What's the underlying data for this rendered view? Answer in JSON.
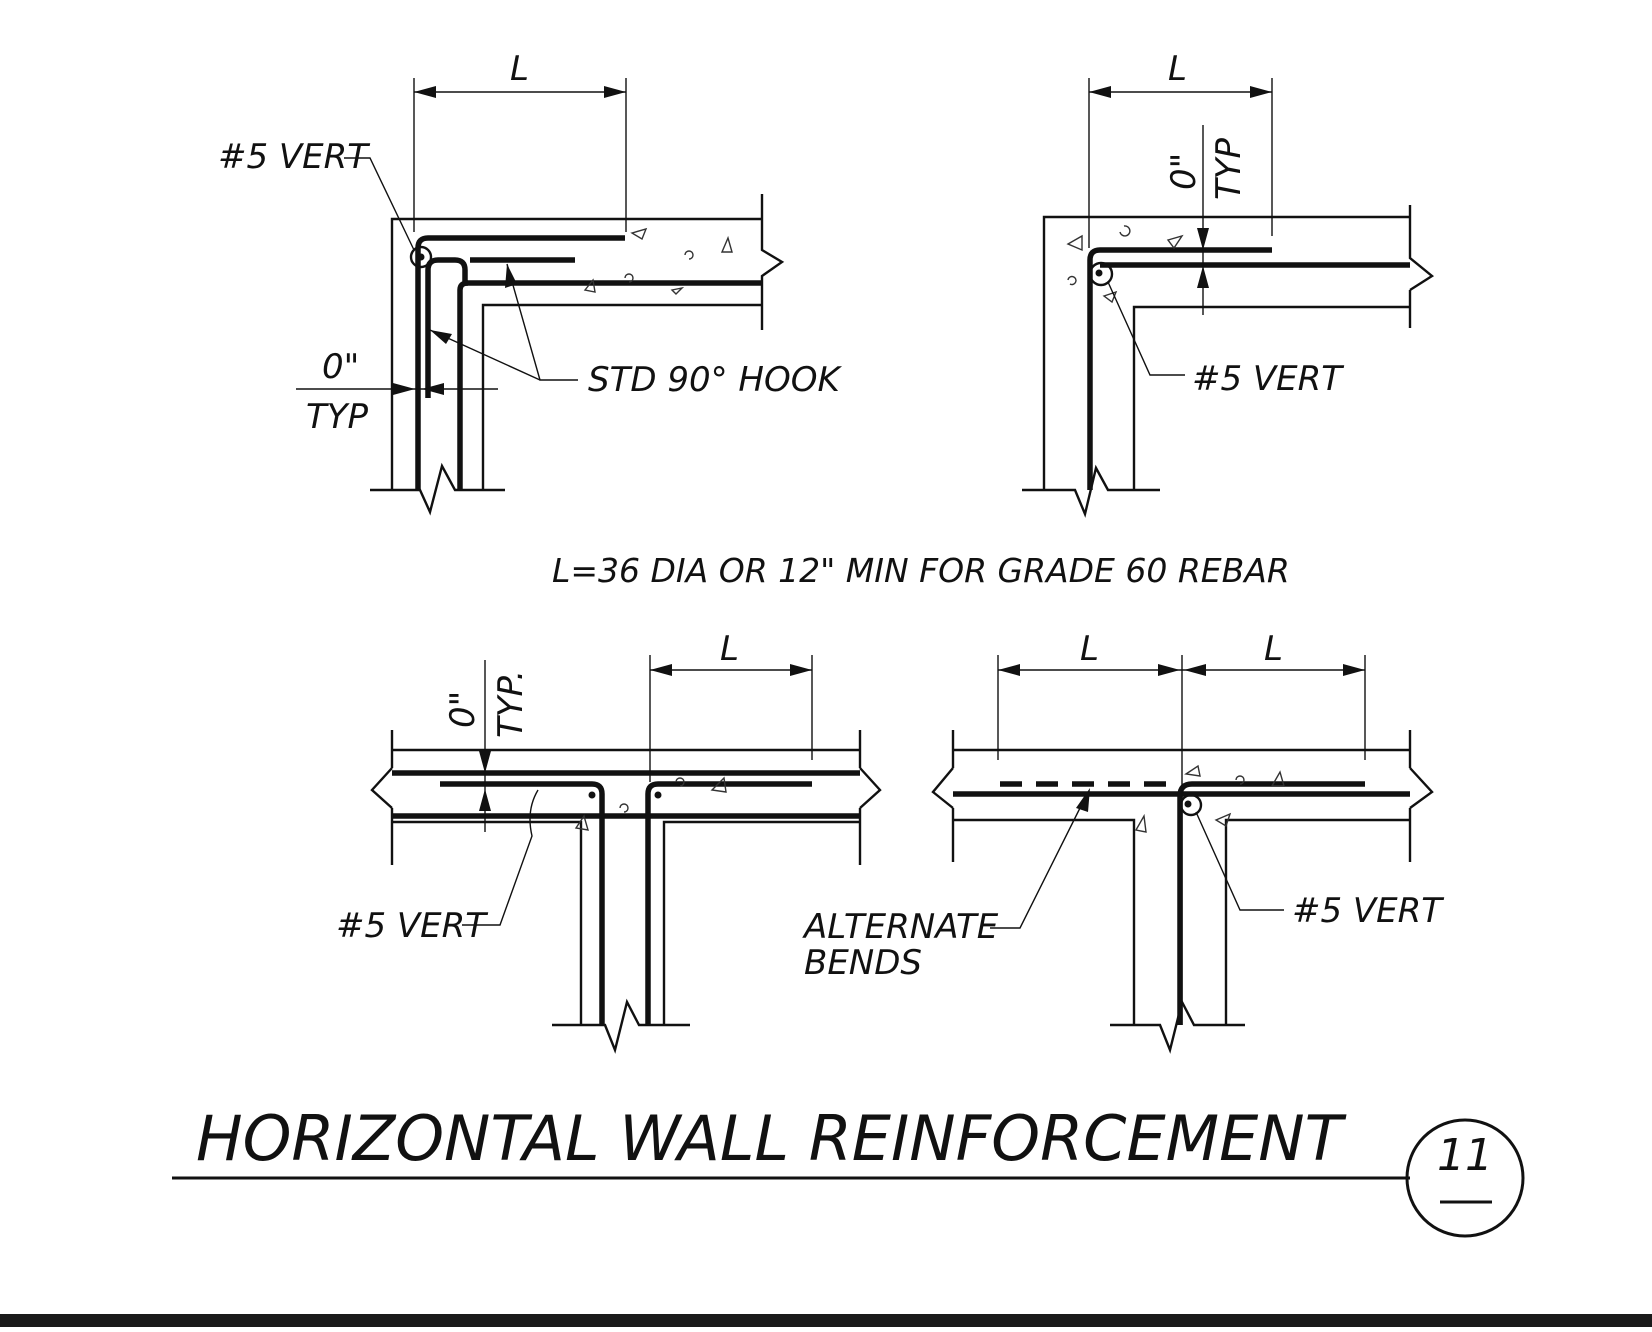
{
  "details": {
    "top_left": {
      "dim_label": "L",
      "vert_label": "#5 VERT",
      "clearance_value": "0\"",
      "clearance_note": "TYP",
      "hook_label": "STD 90° HOOK"
    },
    "top_right": {
      "dim_label": "L",
      "clearance_value": "0\"",
      "clearance_note": "TYP",
      "vert_label": "#5 VERT"
    },
    "bottom_left": {
      "dim_label": "L",
      "clearance_value": "0\"",
      "clearance_note": "TYP.",
      "vert_label": "#5 VERT"
    },
    "bottom_right": {
      "dim_label_left": "L",
      "dim_label_right": "L",
      "bend_label_line1": "ALTERNATE",
      "bend_label_line2": "BENDS",
      "vert_label": "#5 VERT"
    }
  },
  "note": "L=36 DIA OR 12\" MIN FOR GRADE 60 REBAR",
  "title": "HORIZONTAL WALL REINFORCEMENT",
  "detail_tag": {
    "number": "11"
  }
}
